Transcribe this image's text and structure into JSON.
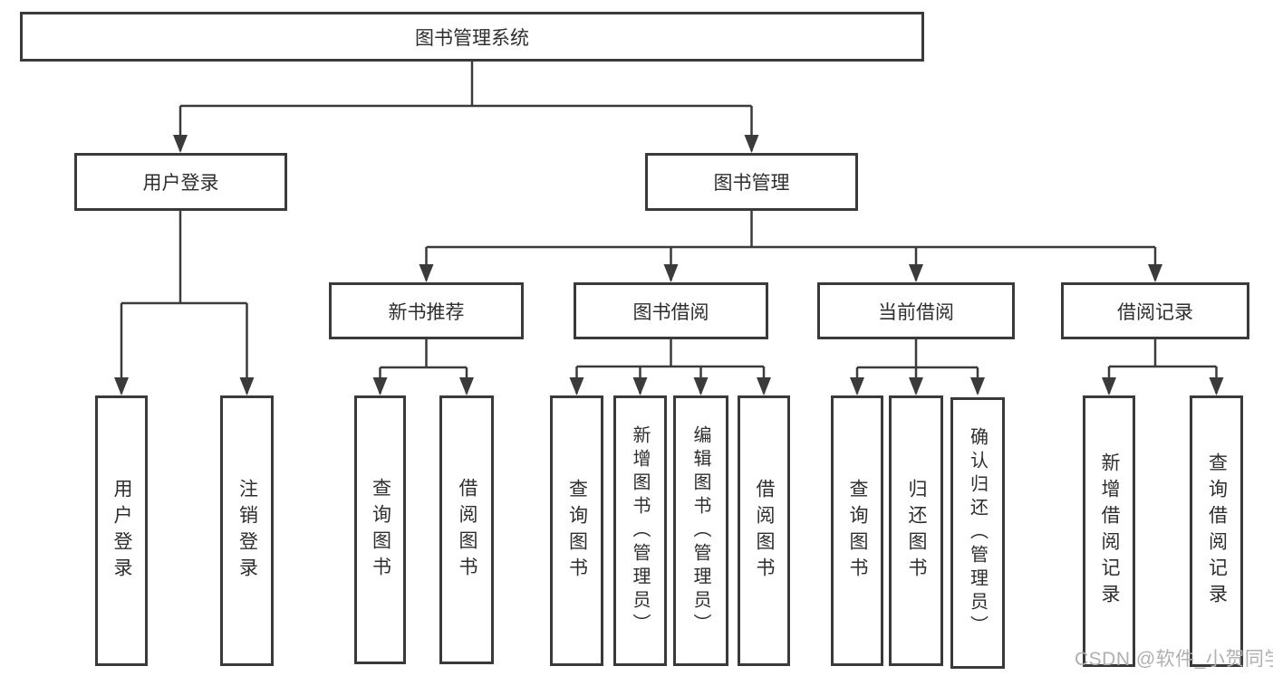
{
  "colors": {
    "line": "#3b3b3b",
    "box_border": "#3a3a3a",
    "text": "#2e2e2e",
    "watermark": "#b2afaf",
    "background": "#ffffff"
  },
  "tree": {
    "root": {
      "label": "图书管理系统"
    },
    "level2": [
      {
        "label": "用户登录",
        "children": [
          {
            "label": "用户登录"
          },
          {
            "label": "注销登录"
          }
        ]
      },
      {
        "label": "图书管理",
        "children": [
          {
            "label": "新书推荐",
            "children": [
              {
                "label": "查询图书"
              },
              {
                "label": "借阅图书"
              }
            ]
          },
          {
            "label": "图书借阅",
            "children": [
              {
                "label": "查询图书"
              },
              {
                "label": "新增图书（管理员）"
              },
              {
                "label": "编辑图书（管理员）"
              },
              {
                "label": "借阅图书"
              }
            ]
          },
          {
            "label": "当前借阅",
            "children": [
              {
                "label": "查询图书"
              },
              {
                "label": "归还图书"
              },
              {
                "label": "确认归还（管理员）"
              }
            ]
          },
          {
            "label": "借阅记录",
            "children": [
              {
                "label": "新增借阅记录"
              },
              {
                "label": "查询借阅记录"
              }
            ]
          }
        ]
      }
    ]
  },
  "watermark": {
    "text": "CSDN @软件_小贺同学"
  }
}
